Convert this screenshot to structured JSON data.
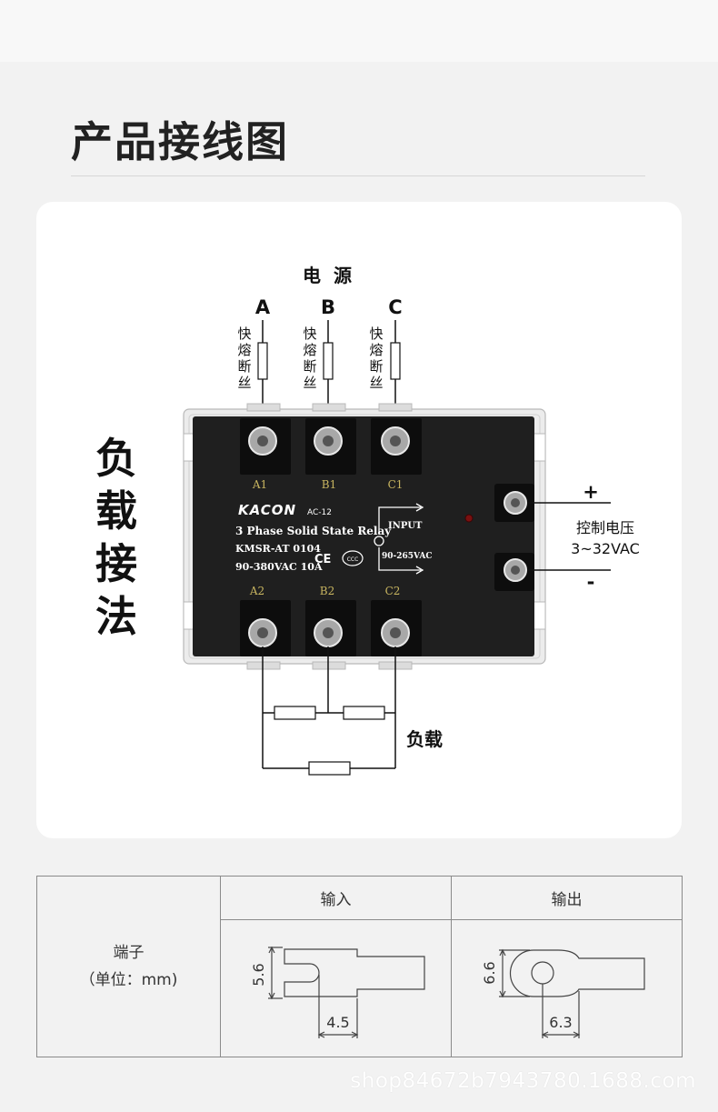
{
  "section_title": "产品接线图",
  "wiring": {
    "power_label": "电  源",
    "phases": [
      "A",
      "B",
      "C"
    ],
    "fuse_label": "快熔断丝",
    "method_label": "负载接法",
    "load_label": "负载",
    "control": {
      "plus": "+",
      "minus": "-",
      "label": "控制电压",
      "voltage": "3~32VAC"
    }
  },
  "relay": {
    "brand": "KACON",
    "model_code": "AC-12",
    "description": "3 Phase Solid State Relay",
    "part_number": "KMSR-AT 0104",
    "rating": "90-380VAC 10A",
    "input_label": "INPUT",
    "input_range": "90-265VAC",
    "cert_marks": [
      "CE",
      "CCC"
    ],
    "top_terminals": [
      "A1",
      "B1",
      "C1"
    ],
    "bottom_terminals": [
      "A2",
      "B2",
      "C2"
    ]
  },
  "spec_table": {
    "row_label_line1": "端子",
    "row_label_line2": "（单位：mm)",
    "columns": [
      {
        "title": "输入",
        "height_dim": "5.6",
        "width_dim": "4.5"
      },
      {
        "title": "输出",
        "height_dim": "6.6",
        "width_dim": "6.3"
      }
    ]
  },
  "watermark": "shop84672b7943780.1688.com",
  "colors": {
    "background": "#f2f2f2",
    "card": "#ffffff",
    "relay_body": "#1f1f1f",
    "terminal_label": "#c8b560"
  }
}
